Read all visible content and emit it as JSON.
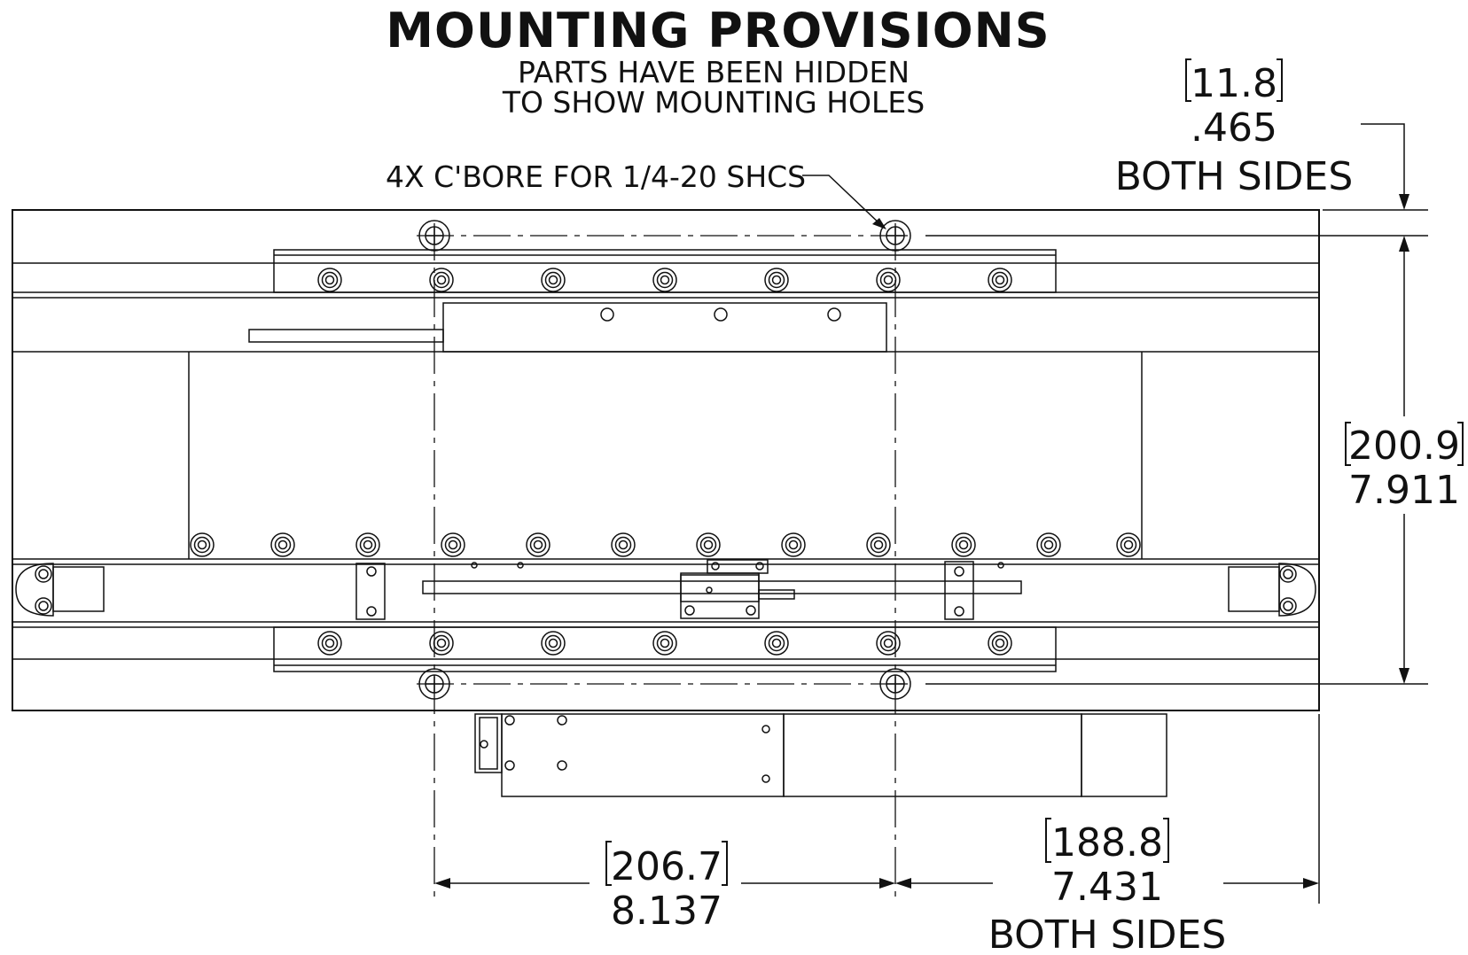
{
  "title": "MOUNTING PROVISIONS",
  "subtitle_lines": [
    "PARTS HAVE BEEN HIDDEN",
    "TO SHOW MOUNTING HOLES"
  ],
  "callout": "4X C'BORE FOR 1/4-20 SHCS",
  "dimensions": {
    "top_offset": {
      "metric": "11.8",
      "imperial": ".465",
      "note": "BOTH SIDES"
    },
    "height": {
      "metric": "200.9",
      "imperial": "7.911"
    },
    "spacing": {
      "metric": "206.7",
      "imperial": "8.137"
    },
    "edge": {
      "metric": "188.8",
      "imperial": "7.431",
      "note": "BOTH SIDES"
    }
  },
  "colors": {
    "ink": "#111111",
    "paper": "#ffffff"
  }
}
